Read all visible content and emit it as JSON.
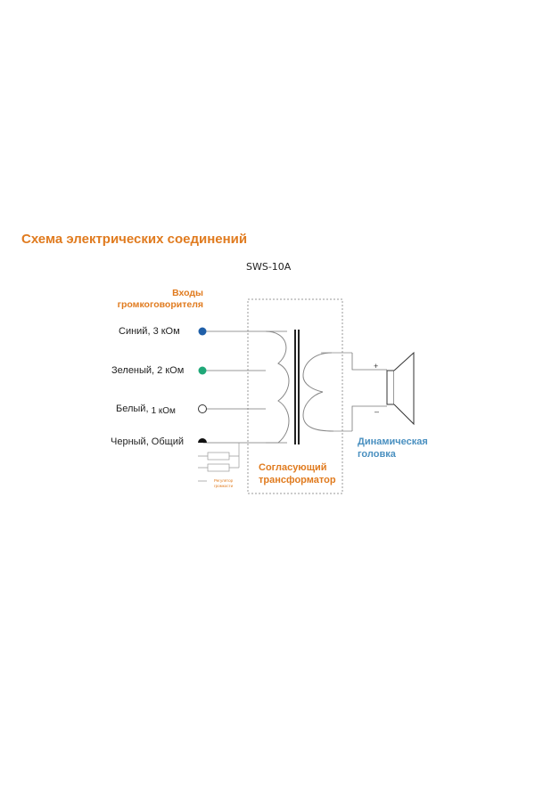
{
  "title": "Схема электрических соединений",
  "model": "SWS-10A",
  "inputs_heading": "Входы громкоговорителя",
  "wires": [
    {
      "label": "Синий, 3 кОм",
      "color": "#1f5fa8"
    },
    {
      "label": "Зеленый, 2 кОм",
      "color": "#1fa878"
    },
    {
      "label_main": "Белый,",
      "label_value": "1 кОм",
      "color": "#ffffff"
    },
    {
      "label": "Черный, Общий",
      "color": "#111111"
    }
  ],
  "transformer_label": "Согласующий трансформатор",
  "speaker_label": "Динамическая головка",
  "regulator_label": "Регулятор громкости",
  "polarity": {
    "plus": "+",
    "minus": "–"
  },
  "colors": {
    "accent": "#e07b1f",
    "speaker": "#4a90c0"
  }
}
